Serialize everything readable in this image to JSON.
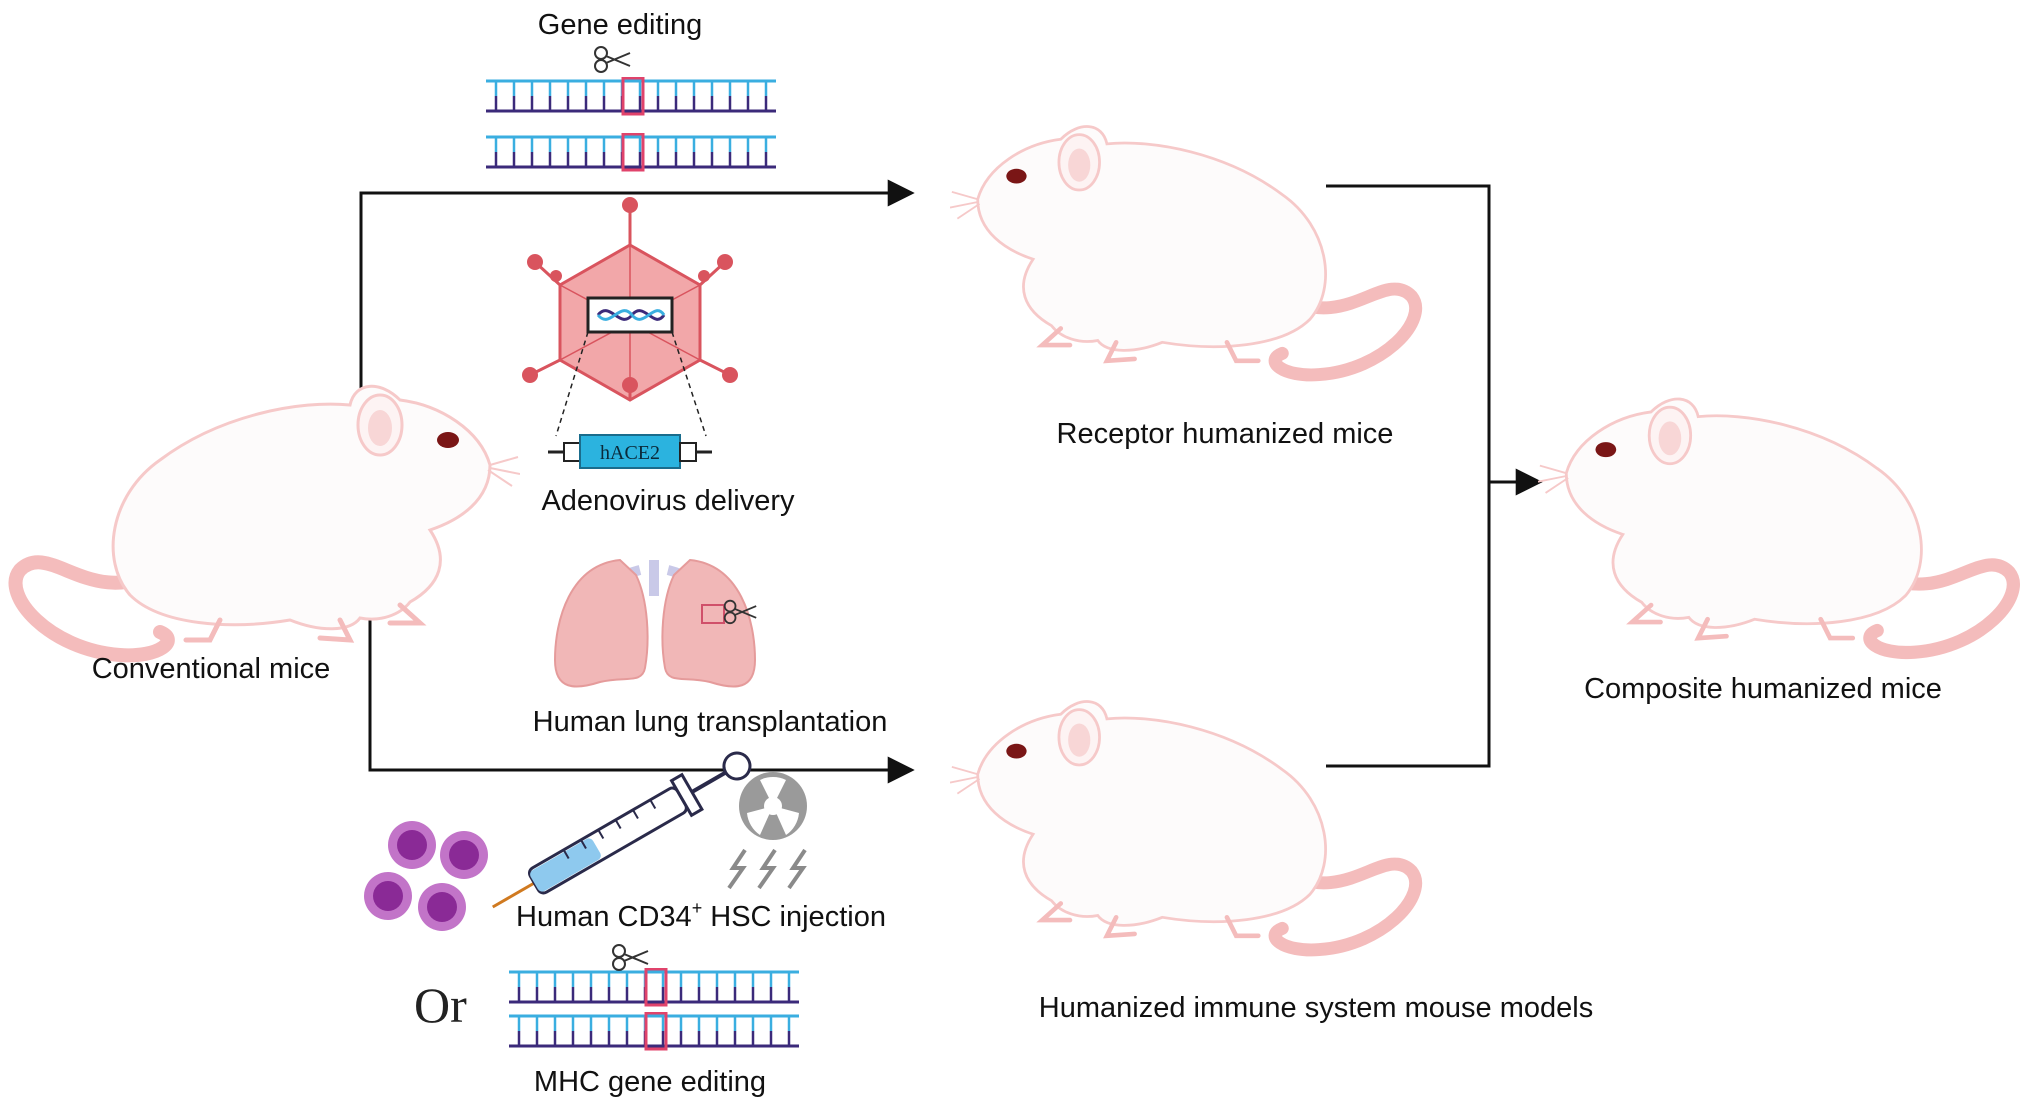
{
  "labels": {
    "gene_editing": "Gene editing",
    "adenovirus_delivery": "Adenovirus delivery",
    "human_lung_transplantation": "Human lung transplantation",
    "hsc_injection_pre": "Human CD34",
    "hsc_injection_sup": "+",
    "hsc_injection_post": " HSC injection",
    "or": "Or",
    "mhc_gene_editing": "MHC gene editing",
    "conventional_mice": "Conventional mice",
    "receptor_humanized_mice": "Receptor humanized mice",
    "humanized_immune_system": "Humanized immune system mouse models",
    "composite_humanized_mice": "Composite humanized mice",
    "hace2": "hACE2"
  },
  "colors": {
    "mouse_outline": "#f6c9c9",
    "mouse_body": "#fdfbfb",
    "mouse_tail": "#f4bcbc",
    "mouse_eye": "#7a1616",
    "dna_top": "#3aaee0",
    "dna_bottom": "#3b2a7a",
    "edit_mark": "#e0436b",
    "virus": "#d9545e",
    "cell": "#9b3fa5",
    "syringe": "#2a2a4a",
    "arrow": "#111111"
  }
}
